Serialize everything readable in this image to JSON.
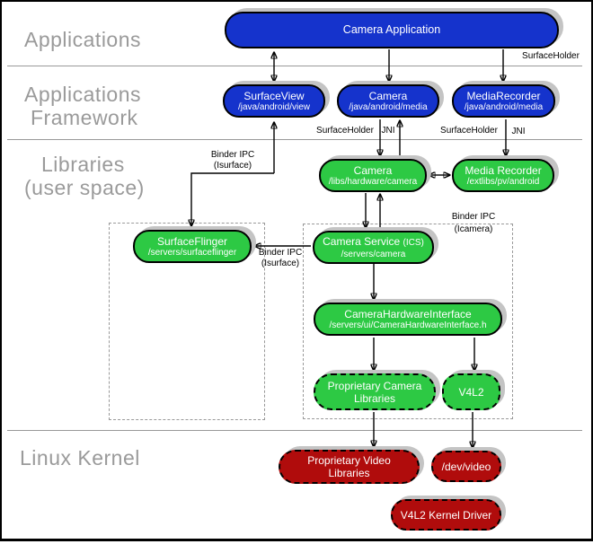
{
  "sections": {
    "applications": "Applications",
    "framework_line1": "Applications",
    "framework_line2": "Framework",
    "libraries_line1": "Libraries",
    "libraries_line2": "(user space)",
    "kernel": "Linux Kernel"
  },
  "nodes": {
    "cameraApplication": {
      "title": "Camera Application"
    },
    "surfaceView": {
      "title": "SurfaceView",
      "subtitle": "/java/android/view"
    },
    "cameraJava": {
      "title": "Camera",
      "subtitle": "/java/android/media"
    },
    "mediaRecorderJava": {
      "title": "MediaRecorder",
      "subtitle": "/java/android/media"
    },
    "cameraLib": {
      "title": "Camera",
      "subtitle": "/libs/hardware/camera"
    },
    "mediaRecorderLib": {
      "title": "Media Recorder",
      "subtitle": "/extlibs/pv/android"
    },
    "surfaceFlinger": {
      "title": "SurfaceFlinger",
      "subtitle": "/servers/surfaceflinger"
    },
    "cameraService": {
      "title": "Camera Service",
      "titleNote": "(ICS)",
      "subtitle": "/servers/camera"
    },
    "cameraHardwareInterface": {
      "title": "CameraHardwareInterface",
      "subtitle": "/servers/ui/CameraHardwareInterface.h"
    },
    "proprietaryCameraLibs": {
      "line1": "Proprietary Camera",
      "line2": "Libraries"
    },
    "v4l2": {
      "title": "V4L2"
    },
    "proprietaryVideoLibs": {
      "line1": "Proprietary Video",
      "line2": "Libraries"
    },
    "devVideo": {
      "title": "/dev/video"
    },
    "v4l2KernelDriver": {
      "title": "V4L2 Kernel Driver"
    }
  },
  "labels": {
    "surfaceHolderTop": "SurfaceHolder",
    "surfaceHolderCamera": "SurfaceHolder",
    "jniCamera": "JNI",
    "surfaceHolderMedia": "SurfaceHolder",
    "jniMedia": "JNI",
    "binderIpcSurfaceTop1": "Binder IPC",
    "binderIpcSurfaceTop2": "(Isurface)",
    "binderIpcCamera1": "Binder IPC",
    "binderIpcCamera2": "(Icamera)",
    "binderIpcSurfaceMid1": "Binder IPC",
    "binderIpcSurfaceMid2": "(Isurface)"
  },
  "colors": {
    "framework_blue": "#1533cc",
    "userspace_green": "#2dc944",
    "kernel_red": "#b00c0c",
    "section_text_gray": "#9a9a9a",
    "shadow_gray": "#c4c4c4",
    "dashed_group_gray": "#999999"
  }
}
